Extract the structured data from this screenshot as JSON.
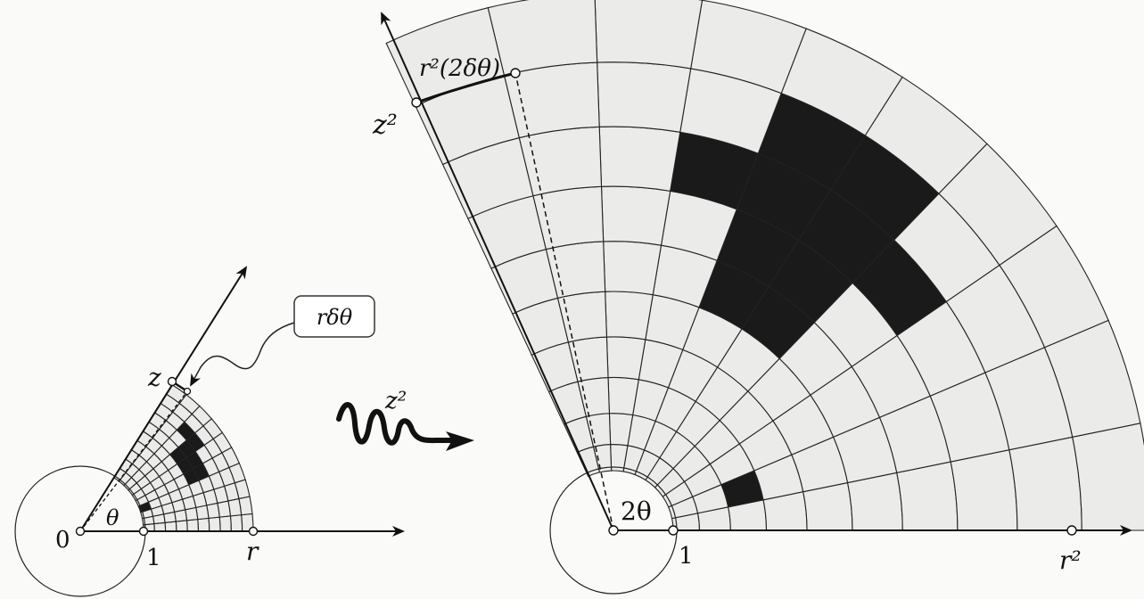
{
  "left_diagram": {
    "origin_label": "0",
    "one_label": "1",
    "r_label": "r",
    "z_label": "z",
    "theta_label": "θ",
    "callout_label": "rδθ"
  },
  "map_label": "z²",
  "right_diagram": {
    "z2_label": "z²",
    "arc_label": "r²(2δθ)",
    "two_theta_label": "2θ",
    "one_label": "1",
    "r2_label": "r²"
  },
  "colors": {
    "cell_fill": "#ebebea",
    "highlight": "#1a1a1a",
    "line": "#222222"
  }
}
